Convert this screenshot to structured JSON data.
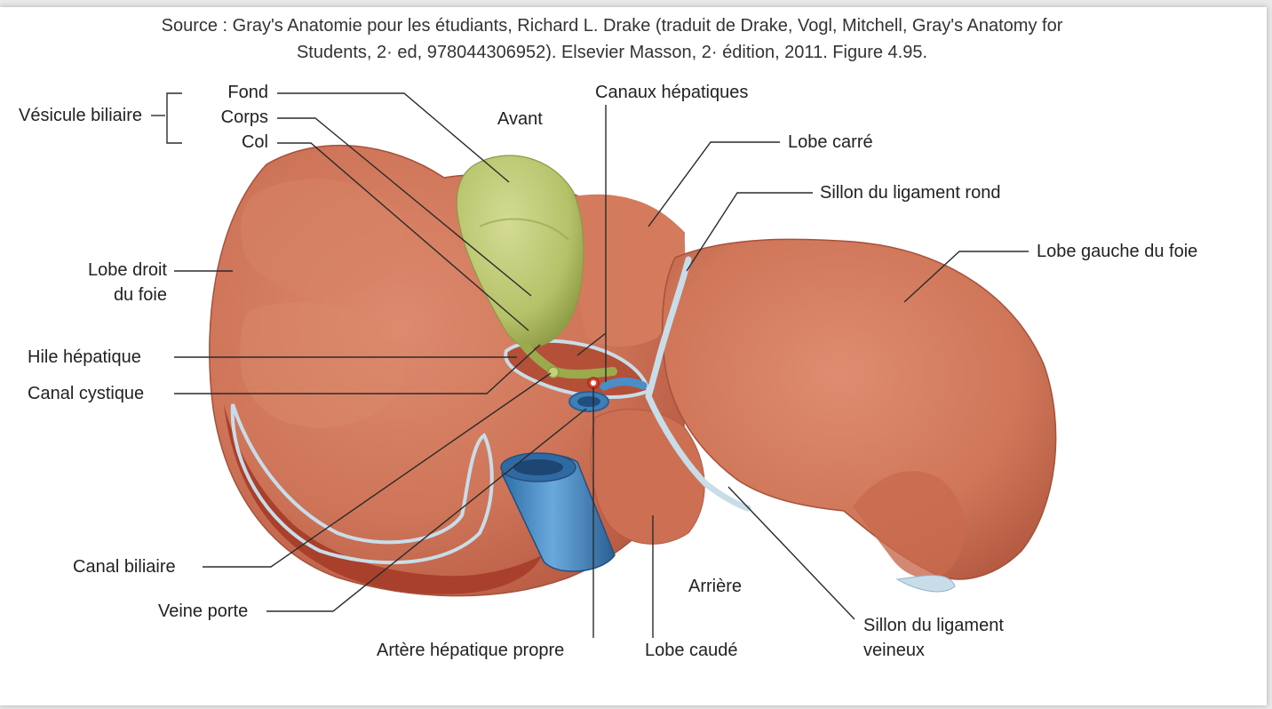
{
  "source": {
    "line1": "Source : Gray's Anatomie pour les étudiants, Richard L. Drake (traduit de Drake, Vogl, Mitchell, Gray's Anatomy for",
    "line2": "Students, 2· ed, 978044306952). Elsevier Masson, 2· édition, 2011. Figure 4.95."
  },
  "orientation": {
    "front": "Avant",
    "back": "Arrière"
  },
  "labels": {
    "vesicule": "Vésicule biliaire",
    "fond": "Fond",
    "corps": "Corps",
    "col": "Col",
    "canaux_hepatiques": "Canaux hépatiques",
    "lobe_carre": "Lobe carré",
    "sillon_ligament_rond": "Sillon du ligament rond",
    "lobe_gauche_line1": "Lobe gauche du foie",
    "lobe_droit_line1": "Lobe droit",
    "lobe_droit_line2": "du foie",
    "hile_hepatique": "Hile hépatique",
    "canal_cystique": "Canal cystique",
    "canal_biliaire": "Canal biliaire",
    "veine_porte": "Veine porte",
    "artere_hepatique_propre": "Artère hépatique propre",
    "lobe_caude": "Lobe caudé",
    "sillon_ligament_veineux_line1": "Sillon du ligament",
    "sillon_ligament_veineux_line2": "veineux"
  },
  "colors": {
    "liver": "#cf7559",
    "liver_dark": "#a9402c",
    "gallbladder": "#b6c269",
    "vein_blue": "#4a8ec9",
    "artery_red": "#d9472f",
    "peritoneum": "#c9dde9",
    "leader_line": "#2b2b2b"
  }
}
